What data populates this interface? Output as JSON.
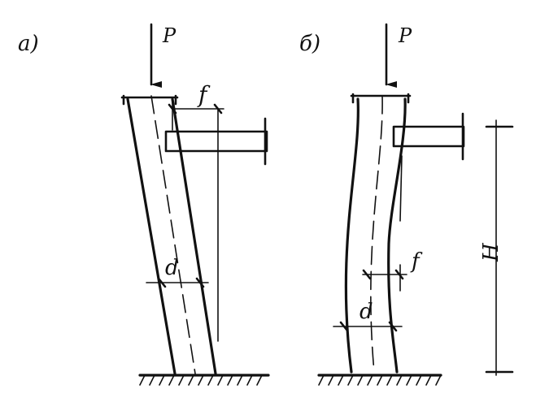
{
  "panel_a": {
    "tag": "а)",
    "load": "P",
    "offset": "f",
    "diameter": "d"
  },
  "panel_b": {
    "tag": "б)",
    "load": "P",
    "offset": "f",
    "diameter": "d",
    "height": "H"
  }
}
